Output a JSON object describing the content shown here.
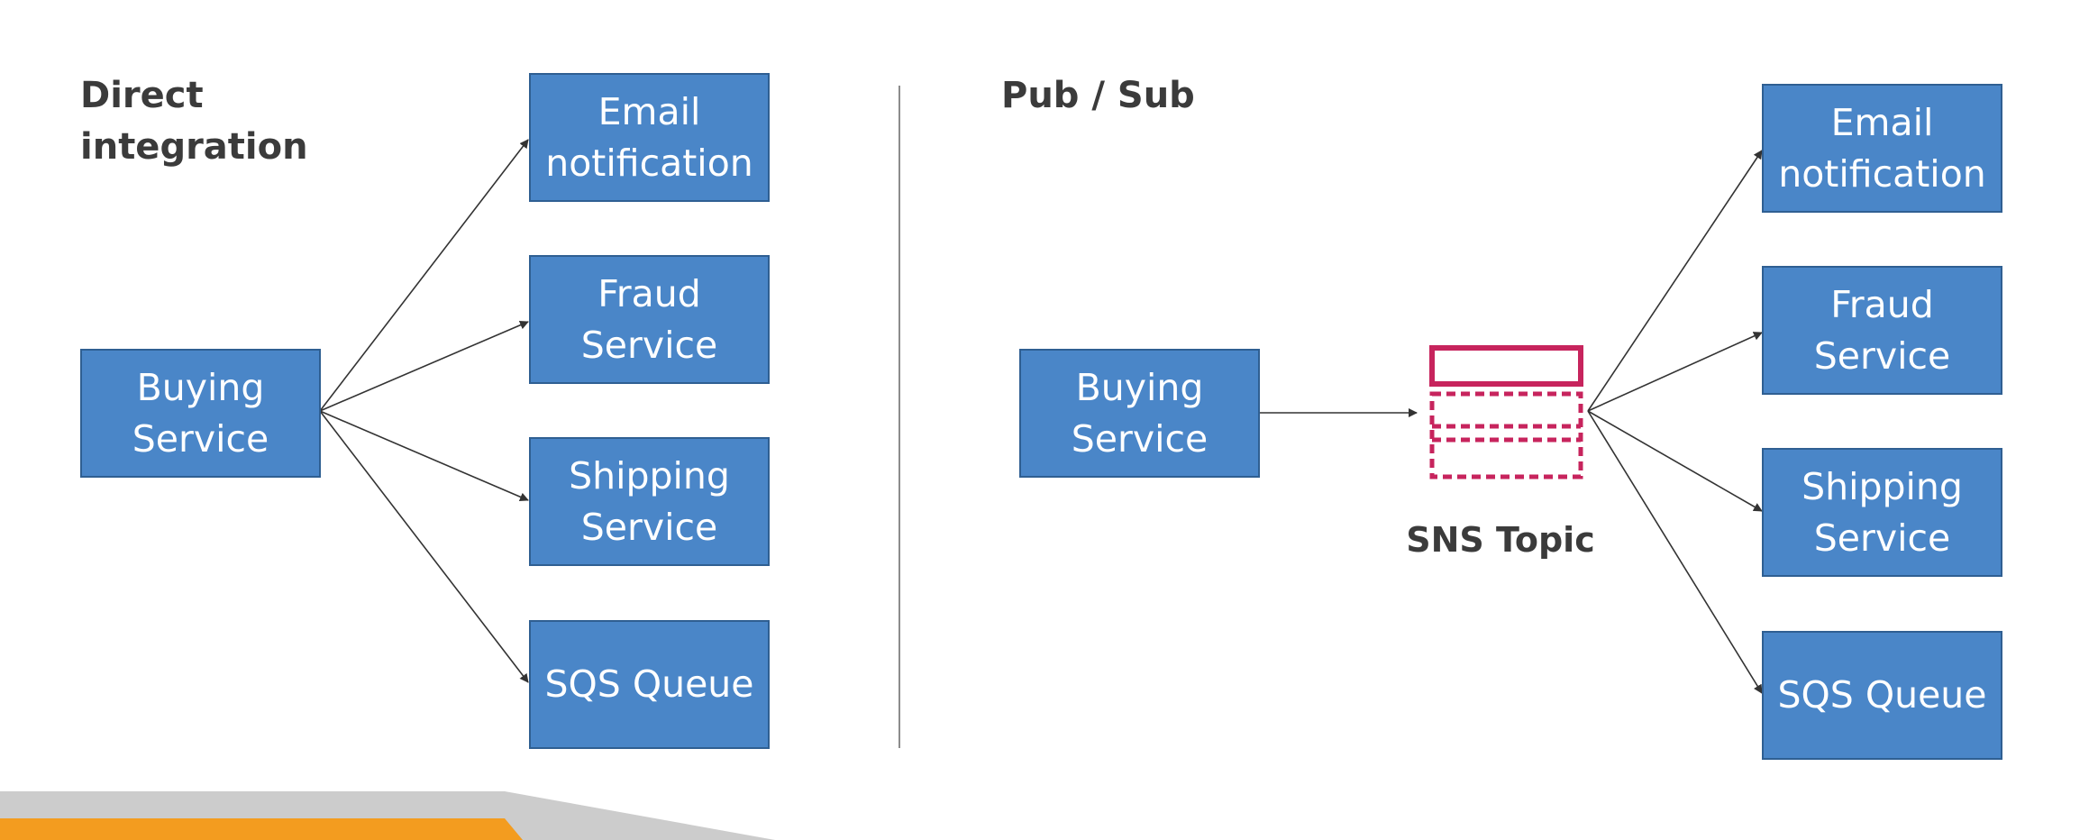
{
  "colors": {
    "box_fill": "#4a86c8",
    "box_border": "#2f5f92",
    "topic": "#c7245d",
    "footer_orange": "#f39c1f",
    "footer_gray": "#cccccc",
    "heading": "#3b3b3b"
  },
  "left": {
    "heading": "Direct\nintegration",
    "source": "Buying\nService",
    "targets": [
      "Email\nnotification",
      "Fraud\nService",
      "Shipping\nService",
      "SQS Queue"
    ]
  },
  "right": {
    "heading": "Pub / Sub",
    "source": "Buying\nService",
    "topic_label": "SNS Topic",
    "topic_icon": "sns-topic-icon",
    "targets": [
      "Email\nnotification",
      "Fraud\nService",
      "Shipping\nService",
      "SQS Queue"
    ]
  }
}
